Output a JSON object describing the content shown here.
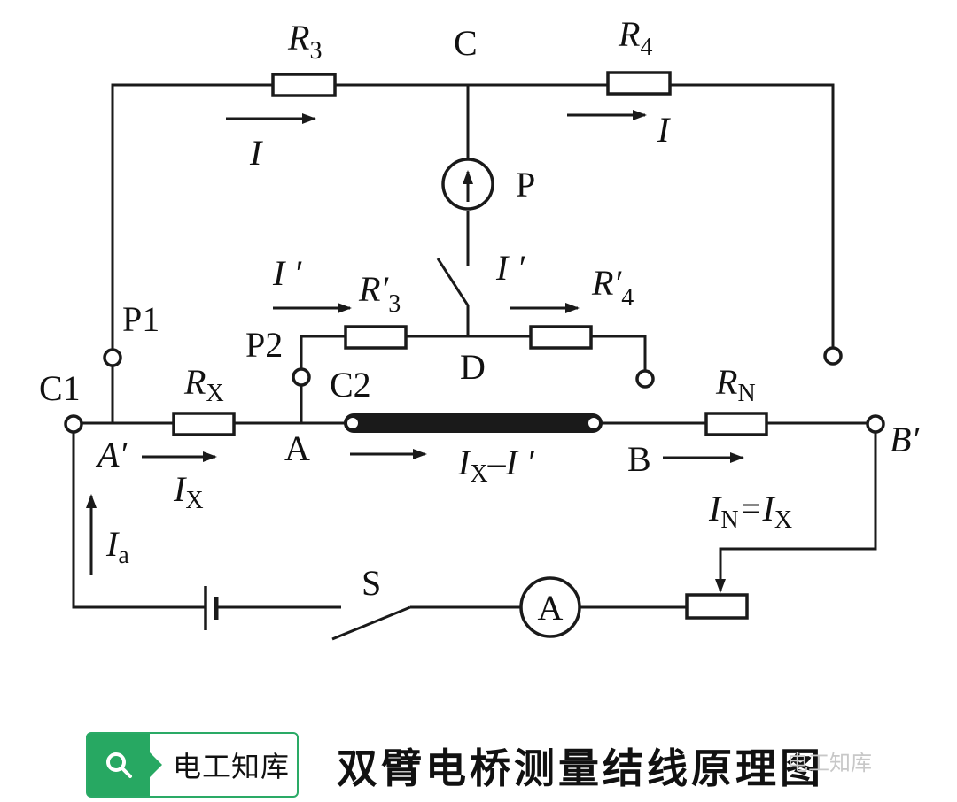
{
  "diagram": {
    "resistors": {
      "r3": {
        "main": "R",
        "sub": "3"
      },
      "r4": {
        "main": "R",
        "sub": "4"
      },
      "r3p": {
        "main": "R′",
        "sub": "3"
      },
      "r4p": {
        "main": "R′",
        "sub": "4"
      },
      "rx": {
        "main": "R",
        "sub": "X"
      },
      "rn": {
        "main": "R",
        "sub": "N"
      }
    },
    "nodes": {
      "c": "C",
      "d": "D",
      "a": "A",
      "b": "B",
      "a_prime": "A′",
      "b_prime": "B′",
      "c1": "C1",
      "c2": "C2",
      "p1": "P1",
      "p2": "P2"
    },
    "meters": {
      "galvanometer": "P",
      "ammeter": "A"
    },
    "switch_label": "S",
    "currents": {
      "i_left": "I",
      "i_right": "I",
      "i_prime_left": "I ′",
      "i_prime_mid": "I ′",
      "ix": {
        "main": "I",
        "sub": "X"
      },
      "ix_minus": {
        "main": "I",
        "sub": "X",
        "rest": "–I ′"
      },
      "ia": {
        "main": "I",
        "sub": "a"
      },
      "in_eq": {
        "main": "I",
        "sub": "N",
        "mid": "=I",
        "sub2": "X"
      }
    }
  },
  "footer": {
    "badge_label": "电工知库",
    "badge_icon": "search-icon",
    "caption": "双臂电桥测量结线原理图",
    "watermark": "电工知库"
  }
}
